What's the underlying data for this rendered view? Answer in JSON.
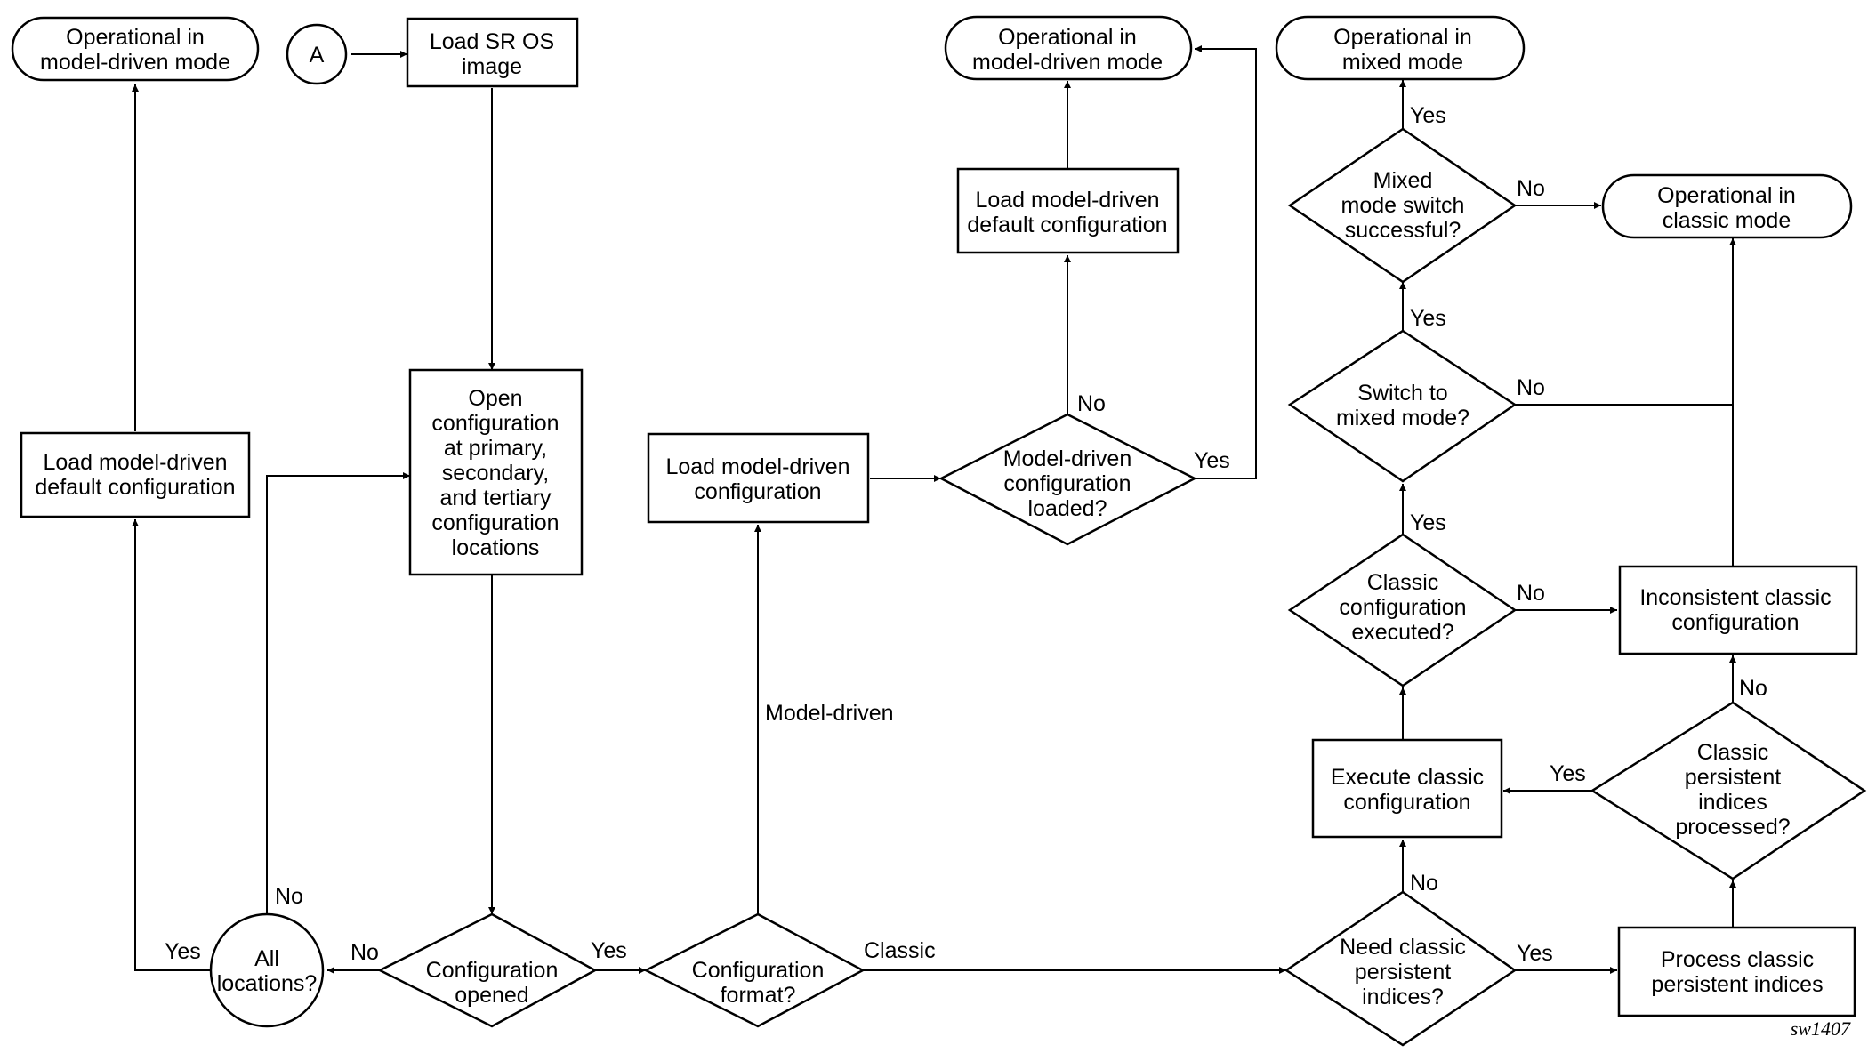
{
  "nodes": {
    "term_md_left": {
      "lines": [
        "Operational in",
        "model-driven mode"
      ]
    },
    "connector_a": {
      "lines": [
        "A"
      ]
    },
    "load_sros": {
      "lines": [
        "Load SR OS",
        "image"
      ]
    },
    "term_md_mid": {
      "lines": [
        "Operational in",
        "model-driven mode"
      ]
    },
    "term_mixed": {
      "lines": [
        "Operational in",
        "mixed mode"
      ]
    },
    "load_md_default_mid": {
      "lines": [
        "Load model-driven",
        "default configuration"
      ]
    },
    "dec_mixed_ok": {
      "lines": [
        "Mixed",
        "mode switch",
        "successful?"
      ]
    },
    "term_classic": {
      "lines": [
        "Operational in",
        "classic mode"
      ]
    },
    "dec_switch_mixed": {
      "lines": [
        "Switch to",
        "mixed mode?"
      ]
    },
    "load_md_default_left": {
      "lines": [
        "Load model-driven",
        "default configuration"
      ]
    },
    "open_config": {
      "lines": [
        "Open",
        "configuration",
        "at primary,",
        "secondary,",
        "and tertiary",
        "configuration",
        "locations"
      ]
    },
    "load_md_config": {
      "lines": [
        "Load model-driven",
        "configuration"
      ]
    },
    "dec_md_loaded": {
      "lines": [
        "Model-driven",
        "configuration",
        "loaded?"
      ]
    },
    "dec_classic_exec": {
      "lines": [
        "Classic",
        "configuration",
        "executed?"
      ]
    },
    "inconsistent": {
      "lines": [
        "Inconsistent classic",
        "configuration"
      ]
    },
    "execute_classic": {
      "lines": [
        "Execute classic",
        "configuration"
      ]
    },
    "dec_persist_processed": {
      "lines": [
        "Classic",
        "persistent",
        "indices",
        "processed?"
      ]
    },
    "dec_all_locations": {
      "lines": [
        "All",
        "locations?"
      ]
    },
    "dec_config_opened": {
      "lines": [
        "Configuration",
        "opened"
      ]
    },
    "dec_config_format": {
      "lines": [
        "Configuration",
        "format?"
      ]
    },
    "dec_need_persist": {
      "lines": [
        "Need classic",
        "persistent",
        "indices?"
      ]
    },
    "process_persist": {
      "lines": [
        "Process classic",
        "persistent indices"
      ]
    }
  },
  "edge_labels": {
    "all_loc_no": "No",
    "all_loc_yes": "Yes",
    "opened_no": "No",
    "opened_yes": "Yes",
    "format_model_driven": "Model-driven",
    "format_classic": "Classic",
    "md_loaded_no": "No",
    "md_loaded_yes": "Yes",
    "need_persist_no": "No",
    "need_persist_yes": "Yes",
    "persist_processed_yes": "Yes",
    "persist_processed_no": "No",
    "classic_exec_yes": "Yes",
    "classic_exec_no": "No",
    "switch_mixed_yes": "Yes",
    "switch_mixed_no": "No",
    "mixed_ok_yes": "Yes",
    "mixed_ok_no": "No"
  },
  "figure_id": "sw1407"
}
